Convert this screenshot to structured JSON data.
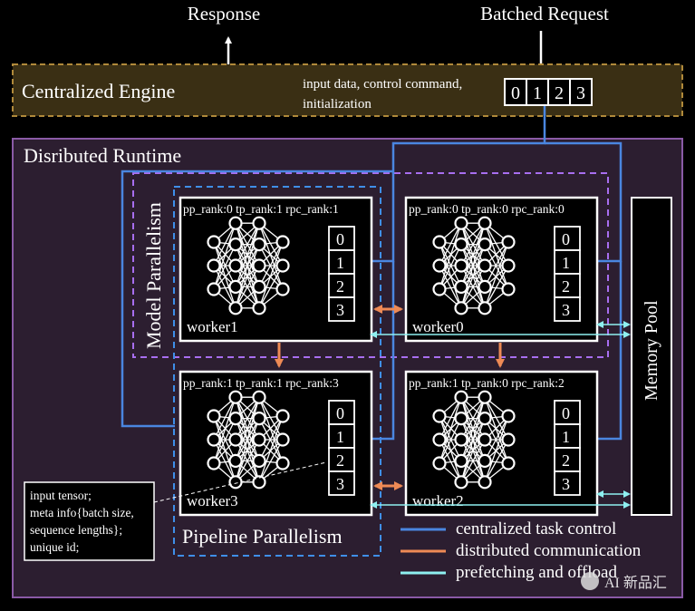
{
  "top": {
    "response_label": "Response",
    "batched_request_label": "Batched Request"
  },
  "engine": {
    "title": "Centralized Engine",
    "input_desc_line1": "input data, control command,",
    "input_desc_line2": "initialization",
    "request_slots": [
      "0",
      "1",
      "2",
      "3"
    ]
  },
  "runtime": {
    "title": "Disributed Runtime",
    "model_parallelism_label": "Model Parallelism",
    "pipeline_parallelism_label": "Pipeline Parallelism",
    "memory_pool_label": "Memory Pool",
    "workers": [
      {
        "id": "worker1",
        "name": "worker1",
        "ranks": "pp_rank:0 tp_rank:1 rpc_rank:1",
        "slots": [
          "0",
          "1",
          "2",
          "3"
        ]
      },
      {
        "id": "worker0",
        "name": "worker0",
        "ranks": "pp_rank:0 tp_rank:0 rpc_rank:0",
        "slots": [
          "0",
          "1",
          "2",
          "3"
        ]
      },
      {
        "id": "worker3",
        "name": "worker3",
        "ranks": "pp_rank:1 tp_rank:1 rpc_rank:3",
        "slots": [
          "0",
          "1",
          "2",
          "3"
        ]
      },
      {
        "id": "worker2",
        "name": "worker2",
        "ranks": "pp_rank:1 tp_rank:0 rpc_rank:2",
        "slots": [
          "0",
          "1",
          "2",
          "3"
        ]
      }
    ],
    "input_tensor_note": {
      "line1": "input tensor;",
      "line2": "meta info{batch size,",
      "line3": "sequence lengths};",
      "line4": "unique id;"
    }
  },
  "legend": {
    "items": [
      {
        "label": "centralized task control",
        "color": "#4a86e0"
      },
      {
        "label": "distributed communication",
        "color": "#ee8a55"
      },
      {
        "label": "prefetching and offload",
        "color": "#8ef0f0"
      }
    ]
  },
  "watermark": "AI 新品汇",
  "colors": {
    "engine_fill": "#3a2f14",
    "engine_border": "#b0893a",
    "runtime_fill": "#2c1e30",
    "runtime_border": "#8a5aa6",
    "model_par_border": "#a86ef0",
    "pipeline_border": "#3f8fe8",
    "blue": "#4a86e0",
    "orange": "#ee8a55",
    "cyan": "#8ef0f0"
  }
}
